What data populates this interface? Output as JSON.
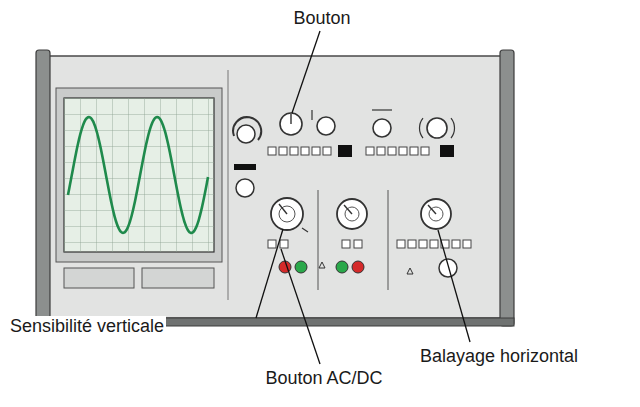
{
  "diagram": {
    "labels": [
      "Bouton",
      "Sensibilité verticale",
      "Bouton AC/DC",
      "Balayage horizontal"
    ]
  }
}
